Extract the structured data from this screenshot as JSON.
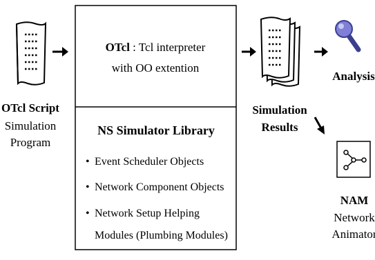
{
  "script_block": {
    "title": "OTcl Script",
    "line1": "Simulation",
    "line2": "Program"
  },
  "otcl_box": {
    "bold": "OTcl",
    "rest": " : Tcl interpreter",
    "line2": "with OO extention"
  },
  "ns_box": {
    "title": "NS Simulator Library",
    "bullets": [
      {
        "lines": [
          "Event Scheduler Objects"
        ]
      },
      {
        "lines": [
          "Network Component Objects"
        ]
      },
      {
        "lines": [
          "Network Setup Helping",
          "Modules (Plumbing Modules)"
        ]
      }
    ]
  },
  "results_block": {
    "line1": "Simulation",
    "line2": "Results"
  },
  "analysis_block": {
    "label": "Analysis"
  },
  "nam_block": {
    "title": "NAM",
    "line1": "Network",
    "line2": "Animator"
  },
  "icons": {
    "script": "document-icon",
    "results": "document-stack-icon",
    "analysis": "magnifier-icon",
    "nam": "network-graph-icon"
  },
  "colors": {
    "magnifier_lens": "#7f7fd8",
    "magnifier_handle": "#3b3f8f"
  }
}
